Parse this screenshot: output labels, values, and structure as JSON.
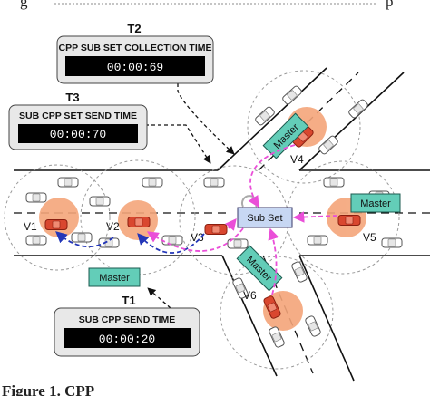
{
  "caption_top": "g",
  "caption_top_end": "p",
  "caption_bottom": "Figure 1. CPP",
  "caption_bottom_rest": "                                   ",
  "colors": {
    "master_fill": "#63cdb8",
    "subset_fill": "#c7d7f3",
    "range_fill": "#f4a57a",
    "car_red": "#d9472f",
    "arrow_pink": "#ea4fd8",
    "arrow_blue": "#2336b8",
    "timer_bg": "#000000"
  },
  "timers": {
    "t1": {
      "label": "T1",
      "title": "SUB CPP SEND TIME",
      "value": "00:00:20"
    },
    "t2": {
      "label": "T2",
      "title": "CPP SUB SET COLLECTION TIME",
      "value": "00:00:69"
    },
    "t3": {
      "label": "T3",
      "title": "SUB CPP SET SEND TIME",
      "value": "00:00:70"
    }
  },
  "vehicles": {
    "v1": "V1",
    "v2": "V2",
    "v3": "V3",
    "v4": "V4",
    "v5": "V5",
    "v6": "V6"
  },
  "masters": {
    "bottom_left": "Master",
    "right": "Master",
    "top": "Master",
    "diagonal": "Master"
  },
  "subset_label": "Sub Set"
}
